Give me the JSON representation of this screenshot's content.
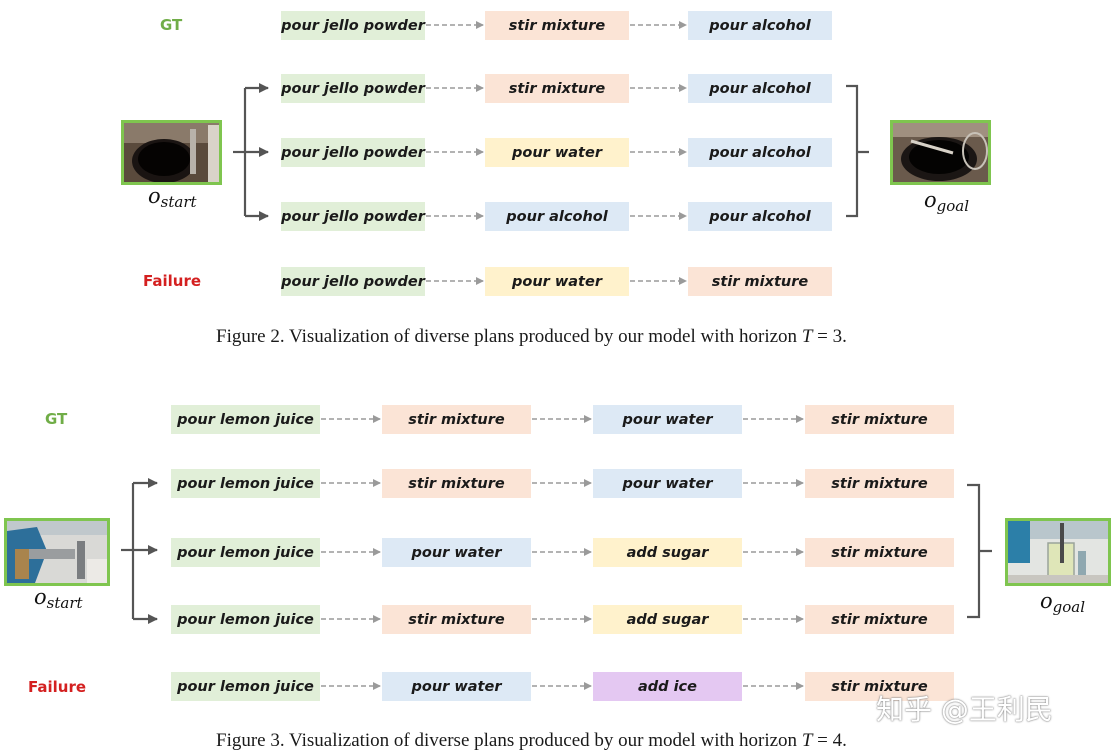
{
  "fig2": {
    "gt_label": "GT",
    "failure_label": "Failure",
    "start_label": "o",
    "start_sub": "start",
    "goal_label": "o",
    "goal_sub": "goal",
    "caption_prefix": "Figure 2. Visualization of diverse plans produced by our model with horizon ",
    "caption_var": "T",
    "caption_suffix": " = 3.",
    "rows": [
      {
        "role": "gt",
        "steps": [
          "pour jello powder",
          "stir mixture",
          "pour alcohol"
        ]
      },
      {
        "role": "plan",
        "steps": [
          "pour jello powder",
          "stir mixture",
          "pour alcohol"
        ]
      },
      {
        "role": "plan",
        "steps": [
          "pour jello powder",
          "pour water",
          "pour alcohol"
        ]
      },
      {
        "role": "plan",
        "steps": [
          "pour jello powder",
          "pour alcohol",
          "pour alcohol"
        ]
      },
      {
        "role": "failure",
        "steps": [
          "pour jello powder",
          "pour water",
          "stir mixture"
        ]
      }
    ]
  },
  "fig3": {
    "gt_label": "GT",
    "failure_label": "Failure",
    "start_label": "o",
    "start_sub": "start",
    "goal_label": "o",
    "goal_sub": "goal",
    "caption_prefix": "Figure 3. Visualization of diverse plans produced by our model with horizon ",
    "caption_var": "T",
    "caption_suffix": " = 4.",
    "rows": [
      {
        "role": "gt",
        "steps": [
          "pour lemon juice",
          "stir mixture",
          "pour water",
          "stir mixture"
        ]
      },
      {
        "role": "plan",
        "steps": [
          "pour lemon juice",
          "stir mixture",
          "pour water",
          "stir mixture"
        ]
      },
      {
        "role": "plan",
        "steps": [
          "pour lemon juice",
          "pour water",
          "add sugar",
          "stir mixture"
        ]
      },
      {
        "role": "plan",
        "steps": [
          "pour lemon juice",
          "stir mixture",
          "add sugar",
          "stir mixture"
        ]
      },
      {
        "role": "failure",
        "steps": [
          "pour lemon juice",
          "pour water",
          "add ice",
          "stir mixture"
        ]
      }
    ]
  },
  "colors": {
    "gt_label": "#70ad47",
    "failure_label": "#d42020",
    "pour powder / juice": "#e1efd8",
    "stir mixture": "#fbe4d6",
    "pour alcohol / water (blue)": "#dde9f5",
    "pour water / add sugar (yellow)": "#fff2cc",
    "add ice": "#e4c8f2",
    "frame_border": "#7fc54f"
  },
  "watermark": "知乎 @王利民"
}
